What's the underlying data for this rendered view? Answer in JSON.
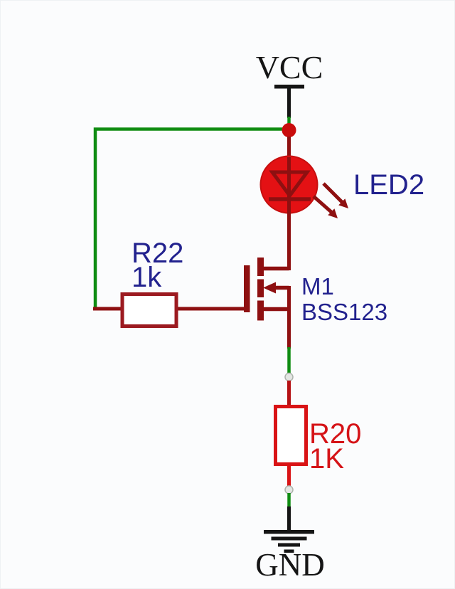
{
  "schematic": {
    "power": {
      "vcc_label": "VCC",
      "gnd_label": "GND"
    },
    "components": {
      "led": {
        "ref": "LED2"
      },
      "mosfet": {
        "ref": "M1",
        "part": "BSS123"
      },
      "r22": {
        "ref": "R22",
        "value": "1k"
      },
      "r20": {
        "ref": "R20",
        "value": "1K"
      }
    }
  },
  "colors": {
    "background": "#fbfcfd",
    "black": "#151515",
    "wire_dark_red": "#8e1011",
    "resistor_r22_border": "#9c1a20",
    "bright_red": "#d91315",
    "led_fill": "#e41114",
    "junction_red": "#c90c0c",
    "wire_green": "#0f8c12",
    "label_navy": "#22228e",
    "label_red": "#d51317",
    "pin_gray": "#e3e6e3",
    "pin_gray_rim": "#adb3ad",
    "mid_red": "#b51114"
  }
}
